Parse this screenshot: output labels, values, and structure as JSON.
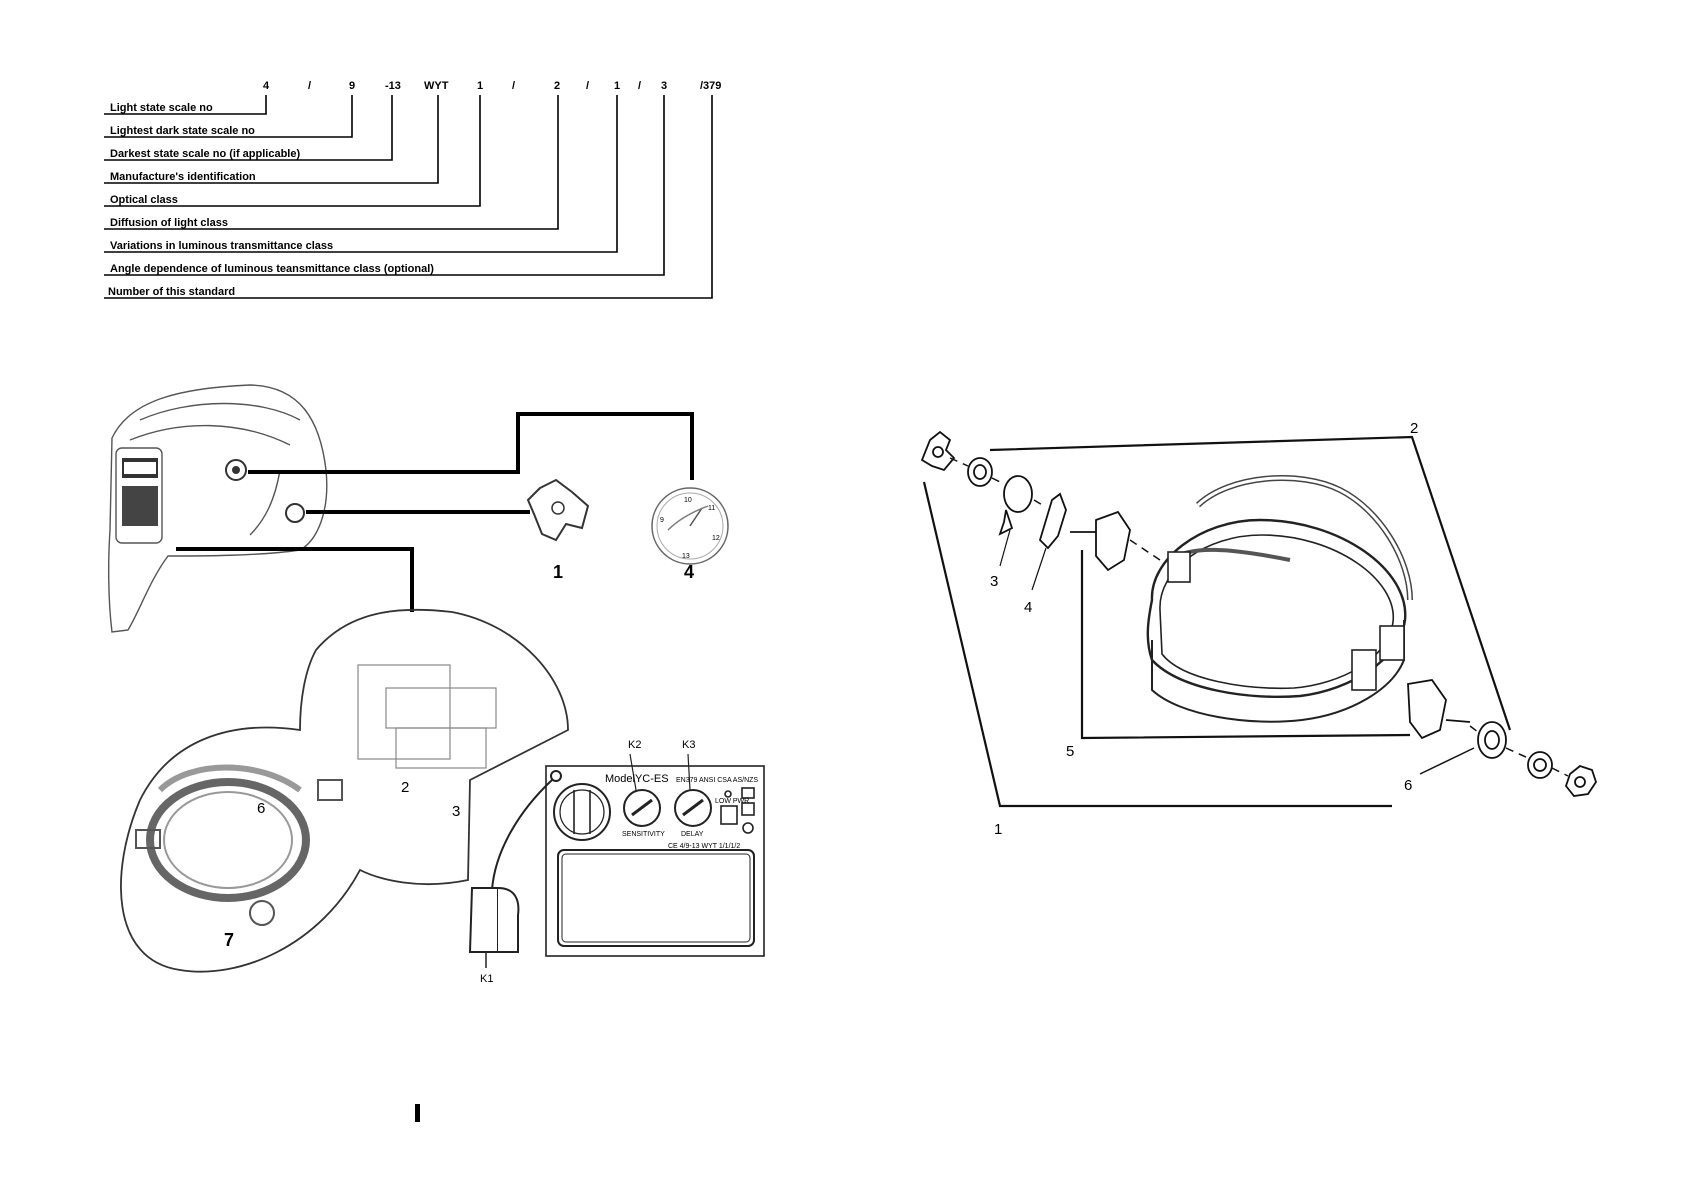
{
  "code_row": [
    "4",
    "/",
    "9",
    "-13",
    "WYT",
    "1",
    "/",
    "2",
    "/",
    "1",
    "/",
    "3",
    "/379"
  ],
  "legend_labels": [
    "Light state scale no",
    "Lightest dark state scale no",
    "Darkest state scale no (if applicable)",
    "Manufacture's identification",
    "Optical class",
    "Diffusion of light class",
    "Variations in luminous transmittance class",
    "Angle dependence of luminous teansmittance class (optional)",
    "Number of this standard"
  ],
  "helmet_callouts": {
    "knob": "1",
    "dial": "4",
    "headgear": "7",
    "headgear_inner": "6",
    "filter_cover": "2",
    "filter_cover_edge": "3"
  },
  "dial_numbers": [
    "9",
    "10",
    "11",
    "12",
    "13"
  ],
  "filter_panel": {
    "model": "ModelYC-ES",
    "standards": "EN379 ANSI CSA AS/NZS",
    "k1": "K1",
    "k2": "K2",
    "k3": "K3",
    "sensitivity": "SENSITIVITY",
    "delay": "DELAY",
    "ce_mark": "CE 4/9-13 WYT 1/1/1/2",
    "low_power": "LOW PWR"
  },
  "exploded_callouts": [
    "1",
    "2",
    "3",
    "4",
    "5",
    "6"
  ]
}
